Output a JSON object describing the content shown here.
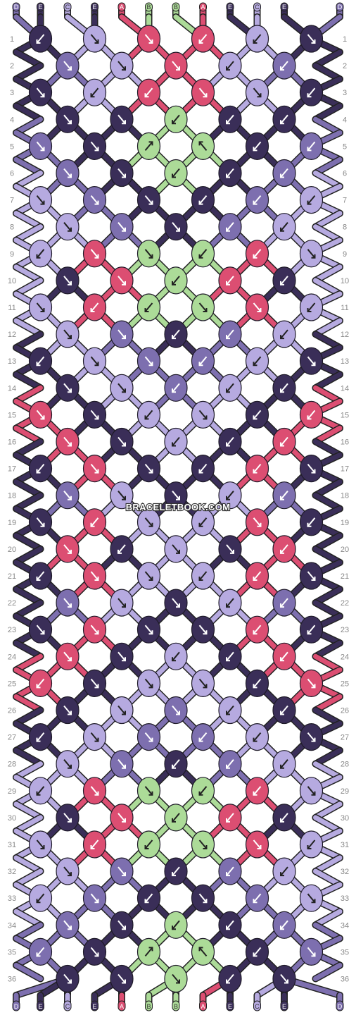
{
  "colors": {
    "D": "#7d6faf",
    "E": "#3a2e58",
    "C": "#b6aae0",
    "A": "#dc4e72",
    "B": "#acdb98"
  },
  "strands_top": [
    "D",
    "E",
    "C",
    "E",
    "A",
    "B",
    "B",
    "A",
    "E",
    "C",
    "E",
    "D"
  ],
  "strands_bottom": [
    "D",
    "E",
    "C",
    "E",
    "A",
    "B",
    "B",
    "A",
    "E",
    "C",
    "E",
    "D"
  ],
  "row_numbers": [
    "1",
    "2",
    "3",
    "4",
    "5",
    "6",
    "7",
    "8",
    "9",
    "10",
    "11",
    "12",
    "13",
    "14",
    "15",
    "16",
    "17",
    "18",
    "19",
    "20",
    "21",
    "22",
    "23",
    "24",
    "25",
    "26",
    "27",
    "28",
    "29",
    "30",
    "31",
    "32",
    "33",
    "34",
    "35",
    "36"
  ],
  "watermark": "BRACELETBOOK.COM",
  "knots": [
    [
      "E:bl",
      "C:br",
      "A:br",
      "A:bl",
      "C:bl",
      "E:br"
    ],
    [
      "D:br",
      "C:br",
      "A:br",
      "C:bl",
      "D:bl"
    ],
    [
      "E:br",
      "C:bl",
      "A:bl",
      "A:br",
      "C:br",
      "E:bl"
    ],
    [
      "E:br",
      "E:br",
      "B:bl",
      "E:bl",
      "E:bl"
    ],
    [
      "D:br",
      "E:br",
      "B:fl",
      "B:fr",
      "E:bl",
      "D:bl"
    ],
    [
      "D:br",
      "E:br",
      "B:bl",
      "E:bl",
      "D:bl"
    ],
    [
      "C:br",
      "D:br",
      "E:br",
      "E:bl",
      "D:bl",
      "C:bl"
    ],
    [
      "C:br",
      "D:br",
      "E:br",
      "D:bl",
      "C:bl"
    ],
    [
      "C:bl",
      "A:br",
      "B:br",
      "B:bl",
      "A:bl",
      "C:br"
    ],
    [
      "E:br",
      "A:br",
      "B:bl",
      "A:bl",
      "E:bl"
    ],
    [
      "C:br",
      "A:bl",
      "B:bl",
      "B:br",
      "A:br",
      "C:bl"
    ],
    [
      "C:br",
      "D:br",
      "E:bl",
      "D:bl",
      "C:bl"
    ],
    [
      "E:bl",
      "C:br",
      "D:br",
      "D:bl",
      "C:bl",
      "E:br"
    ],
    [
      "E:br",
      "C:br",
      "D:bl",
      "C:bl",
      "E:bl"
    ],
    [
      "A:br",
      "E:br",
      "C:bl",
      "C:br",
      "E:bl",
      "A:bl"
    ],
    [
      "A:br",
      "E:br",
      "C:bl",
      "E:bl",
      "A:bl"
    ],
    [
      "E:bl",
      "A:br",
      "E:br",
      "E:bl",
      "A:bl",
      "E:br"
    ],
    [
      "D:br",
      "C:br",
      "E:br",
      "C:bl",
      "D:bl"
    ],
    [
      "E:br",
      "A:bl",
      "C:br",
      "C:bl",
      "A:br",
      "E:bl"
    ],
    [
      "A:br",
      "E:bl",
      "C:br",
      "E:br",
      "A:bl"
    ],
    [
      "E:bl",
      "A:br",
      "C:br",
      "C:bl",
      "A:bl",
      "E:br"
    ],
    [
      "D:br",
      "C:br",
      "E:br",
      "C:bl",
      "D:bl"
    ],
    [
      "E:br",
      "A:br",
      "E:br",
      "E:br",
      "A:bl",
      "E:bl"
    ],
    [
      "A:br",
      "E:br",
      "C:bl",
      "E:bl",
      "A:bl"
    ],
    [
      "A:bl",
      "E:br",
      "C:br",
      "C:br",
      "E:bl",
      "A:br"
    ],
    [
      "E:br",
      "C:br",
      "D:br",
      "C:bl",
      "E:bl"
    ],
    [
      "E:bl",
      "C:br",
      "D:br",
      "D:bl",
      "C:bl",
      "E:br"
    ],
    [
      "C:br",
      "D:br",
      "E:bl",
      "D:bl",
      "C:bl"
    ],
    [
      "C:bl",
      "A:br",
      "B:br",
      "B:bl",
      "A:bl",
      "C:br"
    ],
    [
      "E:br",
      "A:br",
      "B:bl",
      "A:bl",
      "E:bl"
    ],
    [
      "C:br",
      "A:bl",
      "B:bl",
      "B:br",
      "A:br",
      "C:bl"
    ],
    [
      "C:br",
      "D:br",
      "E:bl",
      "D:bl",
      "C:bl"
    ],
    [
      "C:bl",
      "D:br",
      "E:bl",
      "E:br",
      "D:bl",
      "C:br"
    ],
    [
      "D:br",
      "E:br",
      "B:bl",
      "E:bl",
      "D:bl"
    ],
    [
      "D:bl",
      "E:br",
      "B:fl",
      "B:fr",
      "E:bl",
      "D:br"
    ],
    [
      "E:br",
      "E:br",
      "B:br",
      "E:bl",
      "E:br"
    ]
  ]
}
